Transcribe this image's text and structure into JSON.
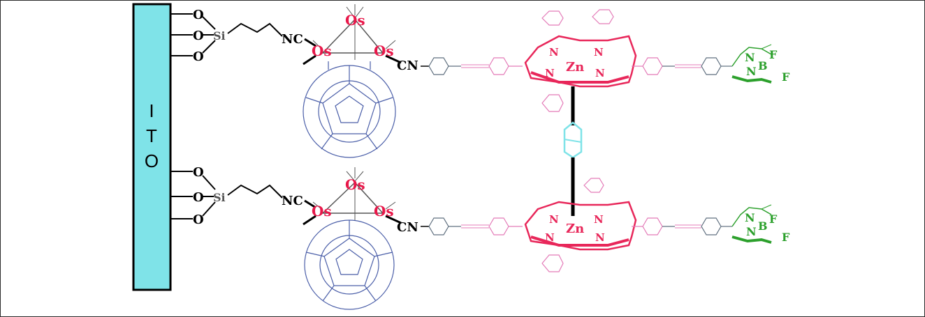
{
  "electrode": {
    "label_lines": [
      "I",
      "T",
      "O"
    ],
    "fill_color": "#7fe3e8"
  },
  "anchor": {
    "oxygen": "O",
    "silicon": "Si",
    "isocyanide": "NC"
  },
  "cluster": {
    "osmium": "Os",
    "cyanide": "CN"
  },
  "porphyrin": {
    "nitrogen": "N",
    "metal": "Zn"
  },
  "bodipy": {
    "nitrogen": "N",
    "boron": "B",
    "fluorine": "F"
  },
  "colors": {
    "black": "#000000",
    "osmium_red": "#e8184a",
    "porphyrin_pink": "#e8275a",
    "phenyl_pink": "#e47bb8",
    "fullerene_blue": "#4a5ea8",
    "linker_grey": "#5f6f7f",
    "bridge_cyan": "#7fe3e8",
    "bodipy_green": "#2ca02c"
  }
}
